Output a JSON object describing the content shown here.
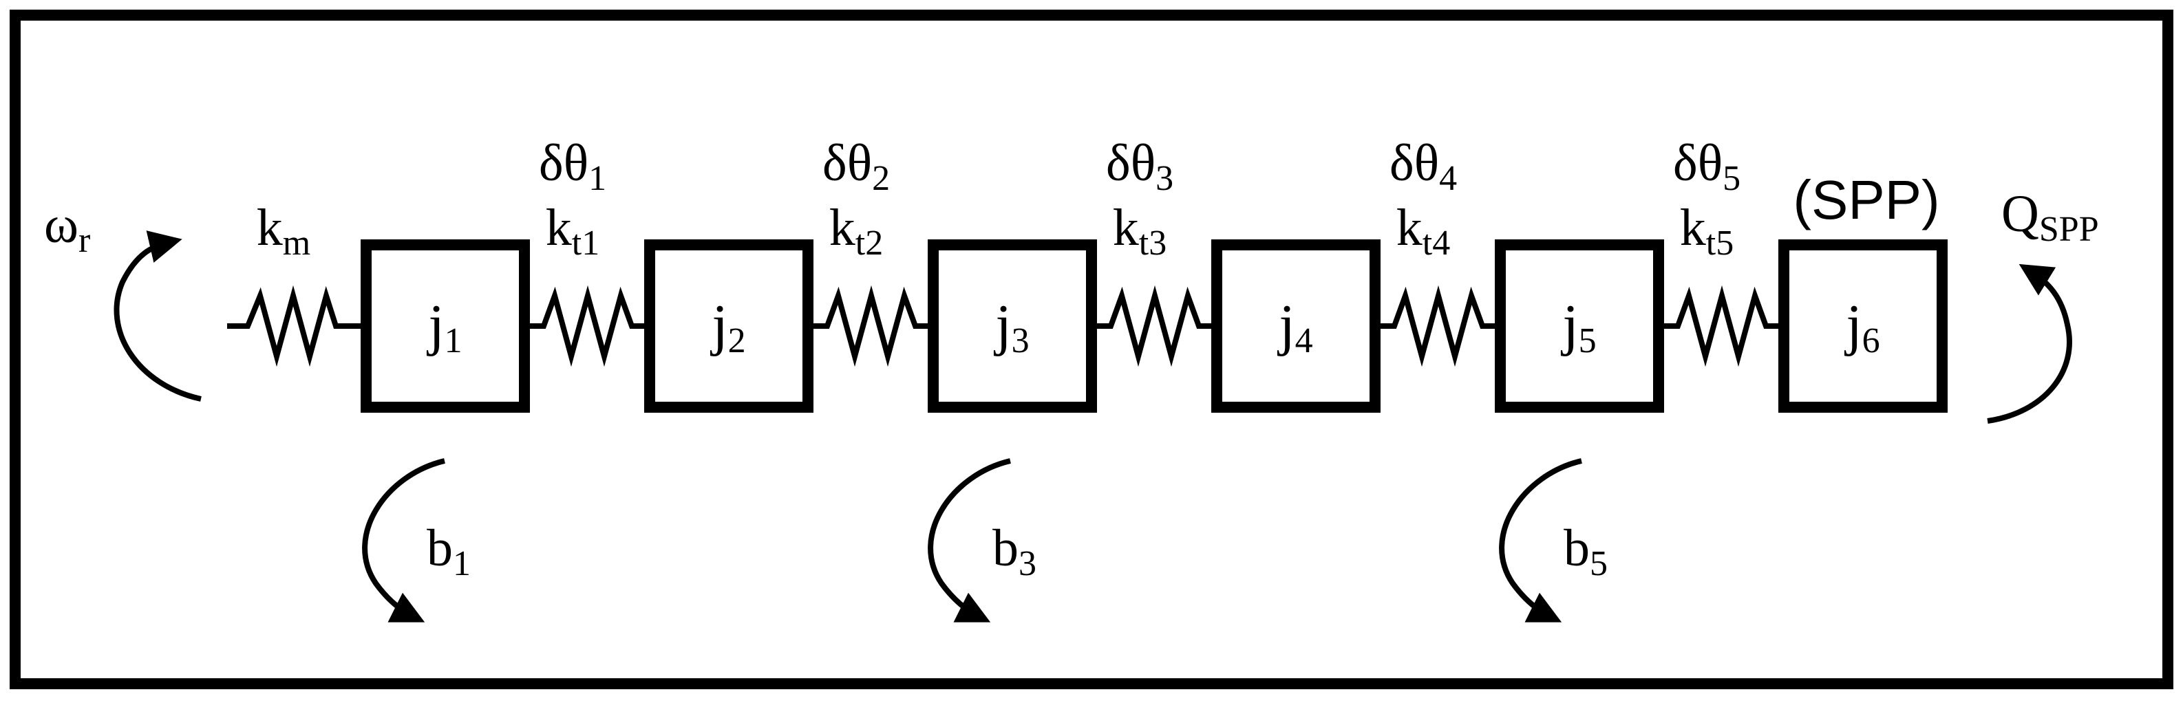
{
  "masses": [
    {
      "main": "j",
      "sub": "1"
    },
    {
      "main": "j",
      "sub": "2"
    },
    {
      "main": "j",
      "sub": "3"
    },
    {
      "main": "j",
      "sub": "4"
    },
    {
      "main": "j",
      "sub": "5"
    },
    {
      "main": "j",
      "sub": "6"
    }
  ],
  "springs": [
    {
      "k": "k",
      "k_sub": "m",
      "delta": "",
      "delta_sub": ""
    },
    {
      "k": "k",
      "k_sub": "t1",
      "delta": "δθ",
      "delta_sub": "1"
    },
    {
      "k": "k",
      "k_sub": "t2",
      "delta": "δθ",
      "delta_sub": "2"
    },
    {
      "k": "k",
      "k_sub": "t3",
      "delta": "δθ",
      "delta_sub": "3"
    },
    {
      "k": "k",
      "k_sub": "t4",
      "delta": "δθ",
      "delta_sub": "4"
    },
    {
      "k": "k",
      "k_sub": "t5",
      "delta": "δθ",
      "delta_sub": "5"
    }
  ],
  "dampers": [
    {
      "main": "b",
      "sub": "1"
    },
    {
      "main": "b",
      "sub": "3"
    },
    {
      "main": "b",
      "sub": "5"
    }
  ],
  "input_speed": {
    "main": "ω",
    "sub": "r"
  },
  "load_torque": {
    "main": "Q",
    "sub": "SPP"
  },
  "spp_label": "(SPP)"
}
